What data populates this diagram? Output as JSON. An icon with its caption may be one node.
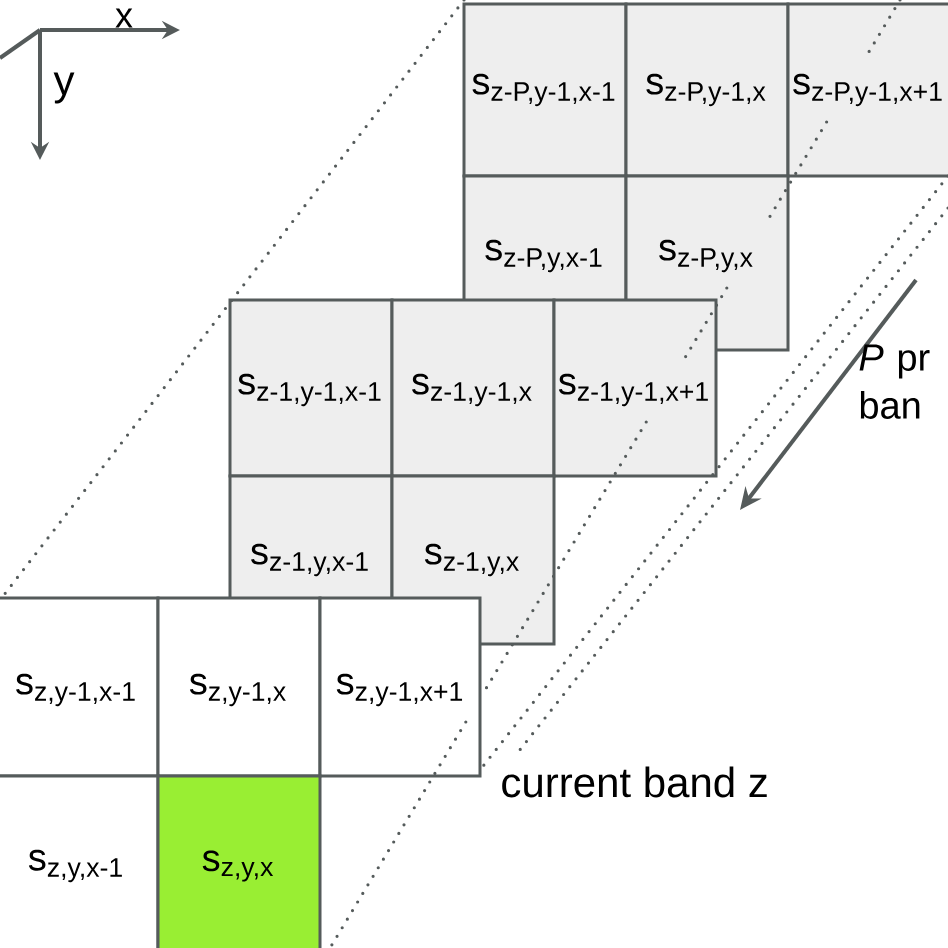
{
  "diagram": {
    "nodes": [
      {
        "text": [
          "s$_{z-P,y-1,x-1}$"
        ]
      },
      {
        "text": [
          "s$_{z-P,y-1,x}$"
        ]
      },
      {
        "text": [
          "s$_{z-P,y-1,x+1}$"
        ]
      },
      {
        "text": [
          "s$_{z-P,y,x-1}$"
        ]
      },
      {
        "text": [
          "s$_{z-P,y,x}$"
        ]
      },
      {
        "text": [
          "s$_{z-1,y-1,x-1}$"
        ]
      },
      {
        "text": [
          "s$_{z-1,y-1,x}$"
        ]
      },
      {
        "text": [
          "s$_{z-1,y-1,x+1}$"
        ]
      },
      {
        "text": [
          "s$_{z-1,y,x-1}$"
        ]
      },
      {
        "text": [
          "s$_{z-1,y,x}$"
        ]
      },
      {
        "text": [
          "s$_{z,y-1,x-1}$"
        ]
      },
      {
        "text": [
          "s$_{z,y-1,x}$"
        ]
      },
      {
        "text": [
          "s$_{z,y-1,x+1}$"
        ]
      },
      {
        "text": [
          "s$_{z,y,x-1}$"
        ]
      },
      {
        "text": [
          "s$_{z,y,x}$"
        ]
      }
    ],
    "labels": [
      "x",
      "y",
      "*P* pr ban",
      "current band z"
    ]
  }
}
